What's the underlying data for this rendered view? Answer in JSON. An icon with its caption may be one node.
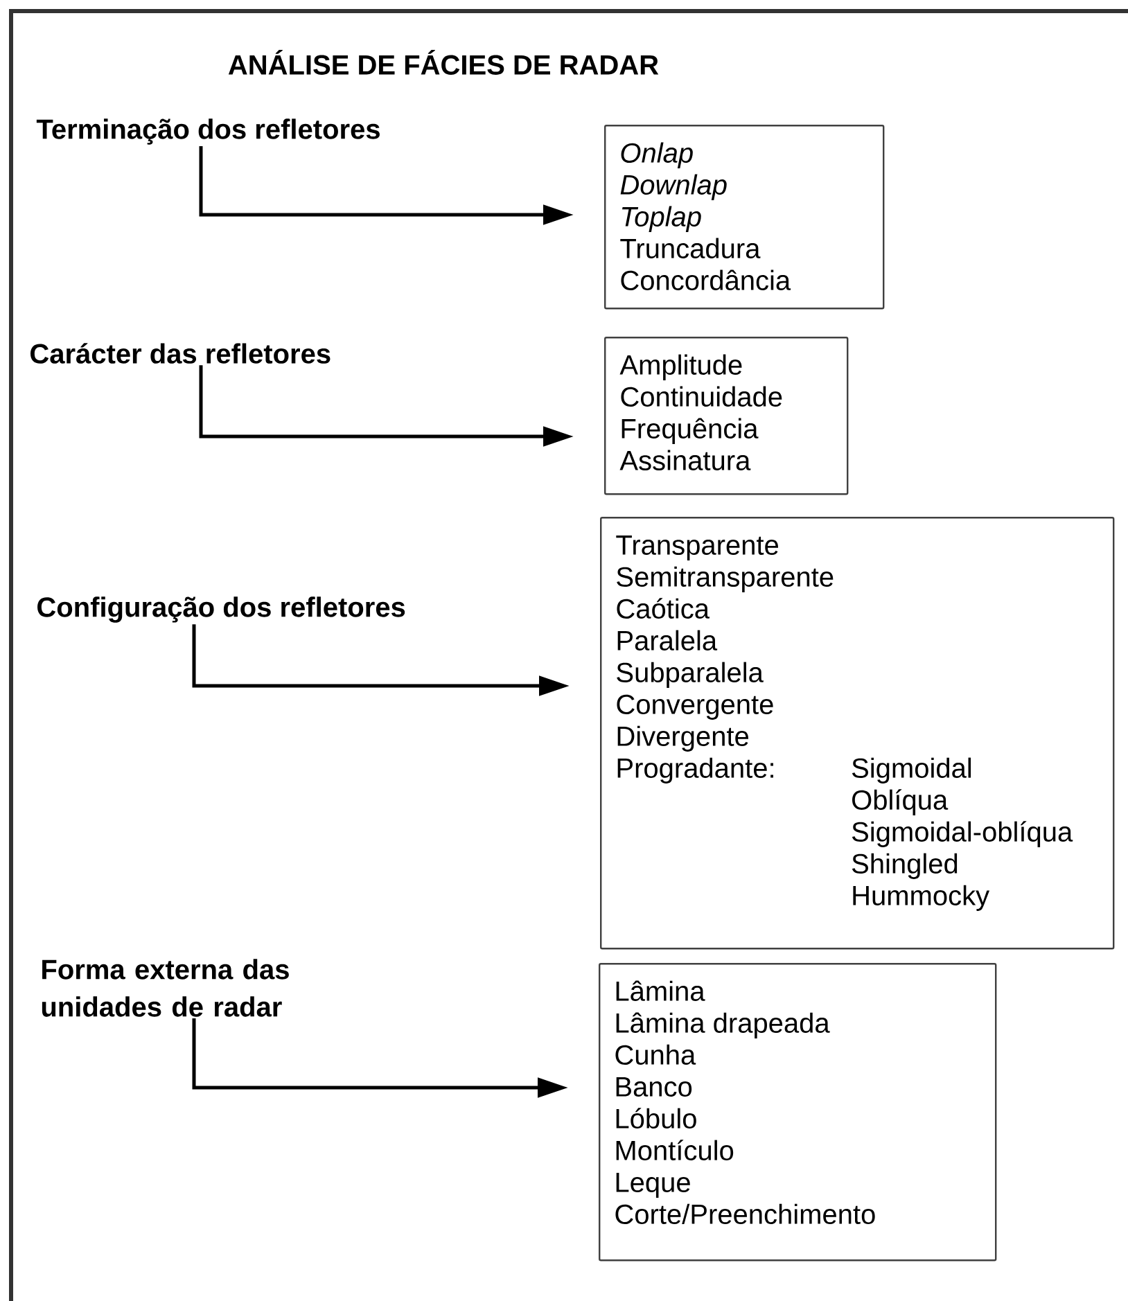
{
  "diagram": {
    "title": "ANÁLISE DE FÁCIES DE RADAR",
    "nodes": [
      {
        "text": [
          "Terminação dos refletores"
        ]
      },
      {
        "text": [
          "*Onlap*",
          "*Downlap*",
          "*Toplap*",
          "Truncadura",
          "Concordância"
        ]
      },
      {
        "text": [
          "Carácter das refletores"
        ]
      },
      {
        "text": [
          "Amplitude",
          "Continuidade",
          "Frequência",
          "Assinatura"
        ]
      },
      {
        "text": [
          "Configuração dos refletores"
        ]
      },
      {
        "text": [
          "Transparente",
          "Semitransparente",
          "Caótica",
          "Paralela",
          "Subparalela",
          "Convergente",
          "Divergente",
          "Progradante:",
          "Sigmoidal",
          "Oblíqua",
          "Sigmoidal-oblíqua",
          "Shingled",
          "Hummocky"
        ]
      },
      {
        "text": [
          "Forma externa das unidades de radar"
        ]
      },
      {
        "text": [
          "Lâmina",
          "Lâmina drapeada",
          "Cunha",
          "Banco",
          "Lóbulo",
          "Montículo",
          "Leque",
          "Corte/Preenchimento"
        ]
      }
    ],
    "edges": [
      {
        "from": 0,
        "to": 1,
        "arrow": "to"
      },
      {
        "from": 2,
        "to": 3,
        "arrow": "to"
      },
      {
        "from": 4,
        "to": 5,
        "arrow": "to"
      },
      {
        "from": 6,
        "to": 7,
        "arrow": "to"
      }
    ]
  }
}
